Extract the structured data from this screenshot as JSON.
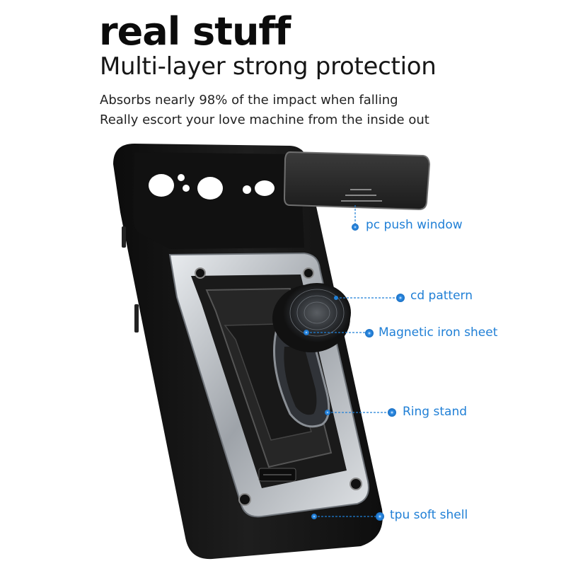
{
  "header": {
    "title": "real stuff",
    "subtitle": "Multi-layer strong protection",
    "description_lines": [
      "Absorbs nearly 98% of the impact when falling",
      "Really escort your love machine from the inside out"
    ]
  },
  "callouts": [
    {
      "label": "pc push window"
    },
    {
      "label": "cd pattern"
    },
    {
      "label": "Magnetic iron sheet"
    },
    {
      "label": "Ring stand"
    },
    {
      "label": "tpu soft shell"
    }
  ],
  "colors": {
    "accent": "#1f7fd6",
    "case_black": "#151515",
    "frame_silver": "#c9cdd2"
  }
}
